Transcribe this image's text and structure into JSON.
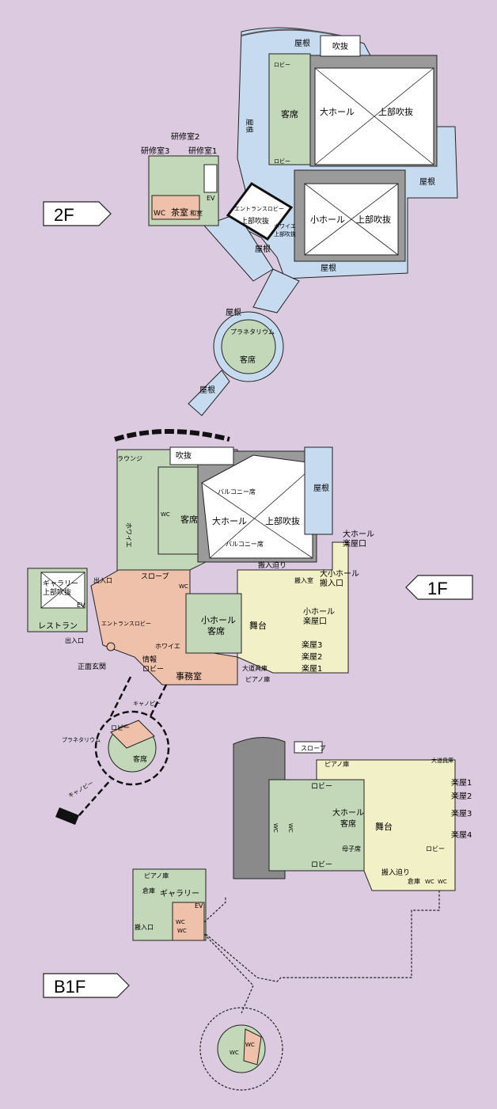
{
  "colors": {
    "background": "#dccbe0",
    "roof": "#c7dbf0",
    "seating": "#c3d8b8",
    "stage": "#f2f0c6",
    "lobby": "#efc1ab",
    "wall": "#9a9a9a",
    "hall": "#ffffff",
    "outline": "#222222",
    "dark_wall": "#777777"
  },
  "floor_tags": {
    "f2": "2F",
    "f1": "1F",
    "b1": "B1F"
  },
  "f2": {
    "roof": "屋根",
    "fukinuke": "吹抜",
    "lobby": "ロビー",
    "seats": "客席",
    "big_hall": "大ホール",
    "upper_void": "上部吹抜",
    "study1": "研修室1",
    "study2": "研修室2",
    "study3": "研修室3",
    "tea_room": "茶室",
    "japanese_room": "和室",
    "wc": "WC",
    "ev": "EV",
    "entrance_lobby": "エントランスロビー",
    "entrance_void": "上部吹抜",
    "foyer": "ホワイエ",
    "foyer_void": "上部吹抜",
    "small_hall": "小ホール",
    "planetarium": "プラネタリウム"
  },
  "f1": {
    "lounge": "ラウンジ",
    "fukinuke": "吹抜",
    "balcony": "バルコニー席",
    "foyer": "ホワイエ",
    "seats": "客席",
    "big_hall": "大ホール",
    "upper_void": "上部吹抜",
    "roof": "屋根",
    "big_hall_green_room_entrance": "大ホール\n楽屋口",
    "loading_approach": "搬入迫り",
    "loading_room": "搬入室",
    "big_small_hall_loading": "大小ホール\n搬入口",
    "slope": "スロープ",
    "wc": "WC",
    "ev": "EV",
    "gallery_void": "ギャラリー\n上部吹抜",
    "entrance_top": "出入口",
    "entrance_bottom": "出入口",
    "restaurant": "レストラン",
    "entrance_lobby": "エントランスロビー",
    "small_hall_seats": "小ホール\n客席",
    "stage": "舞台",
    "small_hall_green_room_entrance": "小ホール\n楽屋口",
    "green3": "楽屋3",
    "green2": "楽屋2",
    "green1": "楽屋1",
    "main_entrance": "正面玄関",
    "info_lobby": "情報\nロビー",
    "office": "事務室",
    "big_props": "大道具庫",
    "piano_store": "ピアノ庫",
    "canopy": "キャノピー",
    "planetarium": "プラネタリウム",
    "lobby": "ロビー"
  },
  "b1": {
    "slope": "スロープ",
    "piano_store": "ピアノ庫",
    "big_props": "大道具庫",
    "lobby": "ロビー",
    "wc": "WC",
    "big_hall_seats": "大ホール\n客席",
    "stage": "舞台",
    "green1": "楽屋1",
    "green2": "楽屋2",
    "green3": "楽屋3",
    "green4": "楽屋4",
    "lift_seats": "母子席",
    "loading_approach": "搬入迫り",
    "storage": "倉庫",
    "gallery": "ギャラリー",
    "ev": "EV",
    "loading": "搬入口"
  }
}
